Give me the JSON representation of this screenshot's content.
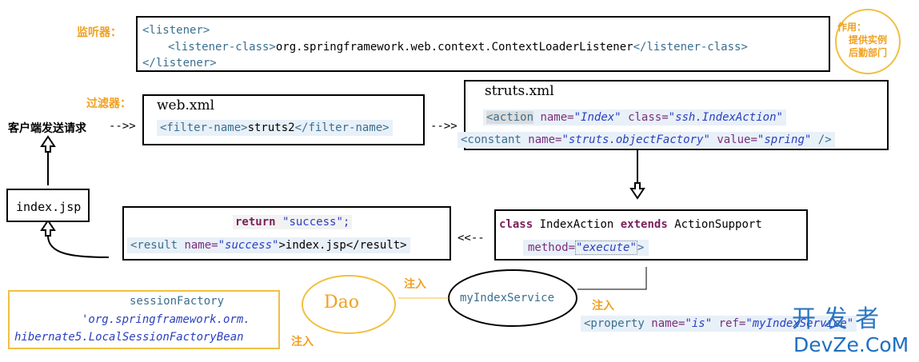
{
  "listener": {
    "label": "监听器：",
    "line1": "<listener>",
    "line2_open": "<listener-class>",
    "line2_text": "org.springframework.web.context.ContextLoaderListener",
    "line2_close": "</listener-class>",
    "line3": "</listener>",
    "note_title": "作用：",
    "note_line1": "提供实例",
    "note_line2": "后勤部门"
  },
  "filter": {
    "label": "过滤器：",
    "title": "web.xml",
    "open": "<filter-name>",
    "text": "struts2",
    "close": "</filter-name>"
  },
  "client": {
    "request": "客户端发送请求",
    "arrow1": "-->>",
    "arrow2": "-->>"
  },
  "struts": {
    "title": "struts.xml",
    "action_tag": "<action",
    "name_attr": "name=",
    "name_val": "\"Index\"",
    "class_attr": "class=",
    "class_val": "\"ssh.IndexAction\"",
    "const_tag": "<constant",
    "const_name_attr": "name=",
    "const_name_val": "\"struts.objectFactory\"",
    "const_value_attr": "value=",
    "const_value_val": "\"spring\"",
    "const_end": "/>"
  },
  "index_jsp": {
    "text": "index.jsp"
  },
  "result": {
    "return_kw": "return",
    "return_val": "\"success\";",
    "open": "<result",
    "name_attr": "name=",
    "name_val": "\"success\"",
    "text": ">index.jsp</result>",
    "arrow": "<<--"
  },
  "action": {
    "class_kw": "class",
    "class_name": "IndexAction",
    "extends_kw": "extends",
    "parent": "ActionSupport",
    "method_attr": "method=",
    "method_val": "\"execute\"",
    "method_end": ">"
  },
  "service": {
    "name": "myIndexService",
    "inject1": "注入",
    "inject2": "注入",
    "prop_tag": "<property",
    "prop_name_attr": "name=",
    "prop_name_val": "\"is\"",
    "prop_ref_attr": "ref=",
    "prop_ref_val": "\"myIndexService\""
  },
  "dao": {
    "label": "Dao",
    "inject": "注入"
  },
  "session": {
    "title": "sessionFactory",
    "line1": "'org.springframework.orm.",
    "line2": "hibernate5.LocalSessionFactoryBean"
  },
  "watermark": {
    "line1": "开 发 者",
    "line2": "DevZe.CoM"
  }
}
